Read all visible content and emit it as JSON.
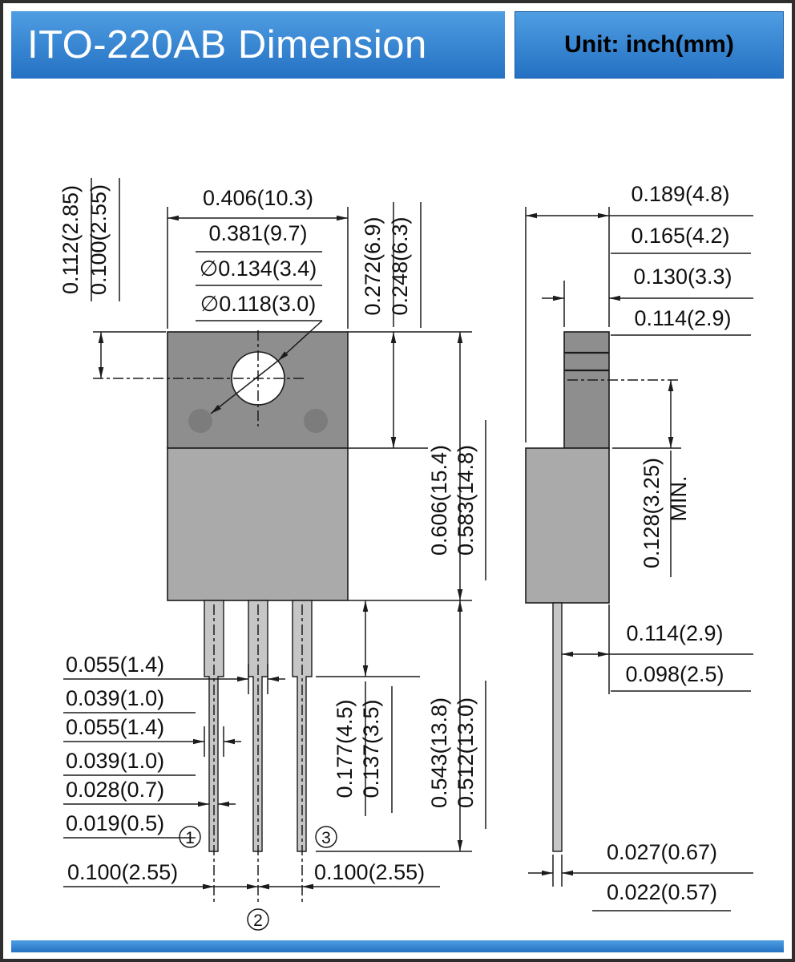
{
  "header": {
    "title": "ITO-220AB Dimension",
    "unit_label": "Unit: inch(mm)"
  },
  "front_view": {
    "body_width": {
      "max": "0.406(10.3)",
      "min": "0.381(9.7)"
    },
    "hole_diameter": {
      "max": "∅0.134(3.4)",
      "min": "∅0.118(3.0)"
    },
    "hole_center_from_top": {
      "max": "0.112(2.85)",
      "min": "0.100(2.55)"
    },
    "tab_height": {
      "max": "0.272(6.9)",
      "min": "0.248(6.3)"
    },
    "body_height": {
      "max": "0.606(15.4)",
      "min": "0.583(14.8)"
    },
    "lead2_wide_width": {
      "max": "0.055(1.4)",
      "min": "0.039(1.0)"
    },
    "lead1_wide_width": {
      "max": "0.055(1.4)",
      "min": "0.039(1.0)"
    },
    "lead_narrow_width": {
      "max": "0.028(0.7)",
      "min": "0.019(0.5)"
    },
    "lead_shoulder_length": {
      "max": "0.177(4.5)",
      "min": "0.137(3.5)"
    },
    "lead_length": {
      "max": "0.543(13.8)",
      "min": "0.512(13.0)"
    },
    "lead_pitch_left": "0.100(2.55)",
    "lead_pitch_right": "0.100(2.55)",
    "pin_numbers": [
      "1",
      "2",
      "3"
    ]
  },
  "side_view": {
    "body_thickness": {
      "max": "0.189(4.8)",
      "min": "0.165(4.2)"
    },
    "tab_thickness": {
      "max": "0.130(3.3)",
      "min": "0.114(2.9)"
    },
    "hole_center_clearance": {
      "value": "0.128(3.25)",
      "qualifier": "MIN."
    },
    "lead_to_back_face": {
      "max": "0.114(2.9)",
      "min": "0.098(2.5)"
    },
    "lead_thickness": {
      "max": "0.027(0.67)",
      "min": "0.022(0.57)"
    }
  },
  "colors": {
    "header_top": "#4f9de2",
    "header_bottom": "#2471c3",
    "title_text": "#ffffff",
    "unit_text": "#000000",
    "tab_gray": "#8e8e8e",
    "body_gray": "#aaaaaa",
    "lead_gray": "#c6c6c6",
    "dimple_gray": "#7c7c7c",
    "line": "#1b1b1b",
    "page_border": "#2e2e2e"
  }
}
